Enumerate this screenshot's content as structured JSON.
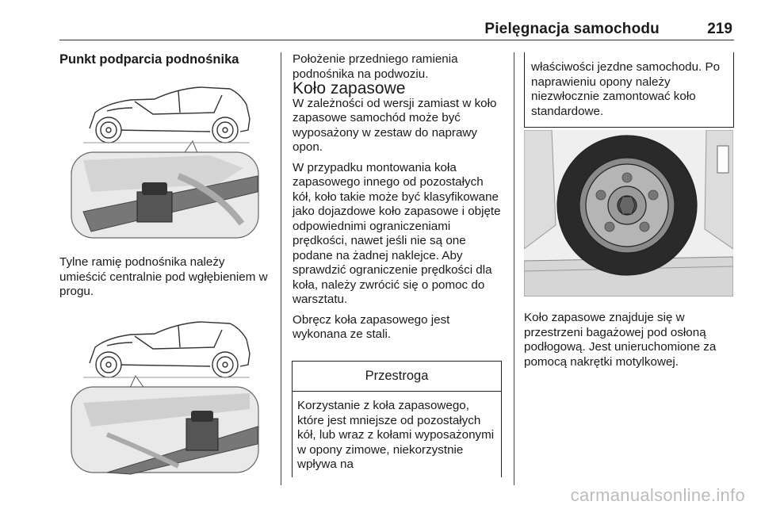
{
  "header": {
    "title": "Pielęgnacja samochodu",
    "page_number": "219"
  },
  "left": {
    "heading": "Punkt podparcia podnośnika",
    "para1": "Tylne ramię podnośnika należy umieścić centralnie pod wgłębieniem w progu."
  },
  "middle": {
    "para_intro": "Położenie przedniego ramienia podnośnika na podwoziu.",
    "heading": "Koło zapasowe",
    "para1": "W zależności od wersji zamiast w koło zapasowe samochód może być wyposażony w zestaw do naprawy opon.",
    "para2": "W przypadku montowania koła zapasowego innego od pozostałych kół, koło takie może być klasyfikowane jako dojazdowe koło zapasowe i objęte odpowiednimi ograniczeniami prędkości, nawet jeśli nie są one podane na żadnej naklejce. Aby sprawdzić ograniczenie prędkości dla koła, należy zwrócić się o pomoc do warsztatu.",
    "para3": "Obręcz koła zapasowego jest wykonana ze stali.",
    "caution": {
      "title": "Przestroga",
      "body": "Korzystanie z koła zapasowego, które jest mniejsze od pozostałych kół, lub wraz z kołami wyposażonymi w opony zimowe, niekorzystnie wpływa na"
    }
  },
  "right": {
    "caution_cont": "właściwości jezdne samochodu. Po naprawieniu opony należy niezwłocznie zamontować koło standardowe.",
    "para1": "Koło zapasowe znajduje się w przestrzeni bagażowej pod osłoną podłogową. Jest unieruchomione za pomocą nakrętki motylkowej."
  },
  "watermark": "carmanualsonline.info"
}
